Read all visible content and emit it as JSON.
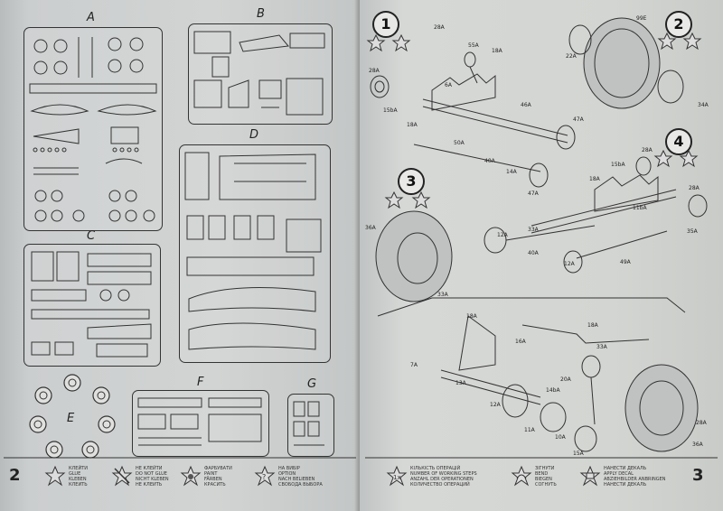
{
  "left_page": {
    "page_number": "2",
    "sprues": [
      {
        "id": "sprue-a",
        "letter": "A"
      },
      {
        "id": "sprue-b",
        "letter": "B"
      },
      {
        "id": "sprue-c",
        "letter": "C"
      },
      {
        "id": "sprue-d",
        "letter": "D"
      },
      {
        "id": "sprue-e",
        "letter": "E"
      },
      {
        "id": "sprue-f",
        "letter": "F"
      },
      {
        "id": "sprue-g",
        "letter": "G"
      }
    ],
    "legend": [
      {
        "lines": [
          "КЛЕЙТИ",
          "GLUE",
          "KLEBEN",
          "КЛЕИТЬ"
        ]
      },
      {
        "lines": [
          "НЕ КЛЕЙТИ",
          "DO NOT GLUE",
          "NICHT KLEBEN",
          "НЕ КЛЕИТЬ"
        ]
      },
      {
        "lines": [
          "ФАРБУВАТИ",
          "PAINT",
          "FÄRBEN",
          "КРАСИТЬ"
        ]
      },
      {
        "lines": [
          "НА ВИБІР",
          "OPTION",
          "NACH BELIEBEN",
          "СВОБОДА ВЫБОРА"
        ]
      }
    ]
  },
  "right_page": {
    "page_number": "3",
    "steps": [
      "1",
      "2",
      "3",
      "4"
    ],
    "callouts": [
      "28A",
      "55A",
      "18A",
      "6A",
      "28A",
      "15bA",
      "18A",
      "46A",
      "50A",
      "47A",
      "40A",
      "14A",
      "47A",
      "99E",
      "22A",
      "34A",
      "15bA",
      "28A",
      "18A",
      "11bA",
      "28A",
      "36A",
      "33A",
      "35A",
      "12A",
      "40A",
      "12A",
      "49A",
      "33A",
      "18A",
      "16A",
      "18A",
      "7A",
      "33A",
      "13A",
      "14bA",
      "20A",
      "12A",
      "11A",
      "10A",
      "15A",
      "36A",
      "28A"
    ],
    "legend": [
      {
        "lines": [
          "КІЛЬКІСТЬ ОПЕРАЦІЙ",
          "NUMBER OF WORKING STEPS",
          "ANZAHL DER OPERATIONEN",
          "КОЛИЧЕСТВО ОПЕРАЦИЙ"
        ]
      },
      {
        "lines": [
          "ЗІГНУТИ",
          "BEND",
          "BIEGEN",
          "СОГНУТЬ"
        ]
      },
      {
        "lines": [
          "НАНЕСТИ ДЕКАЛЬ",
          "APPLY DECAL",
          "ABZIEHBILDER ANBRINGEN",
          "НАНЕСТИ ДЕКАЛЬ"
        ]
      }
    ]
  }
}
